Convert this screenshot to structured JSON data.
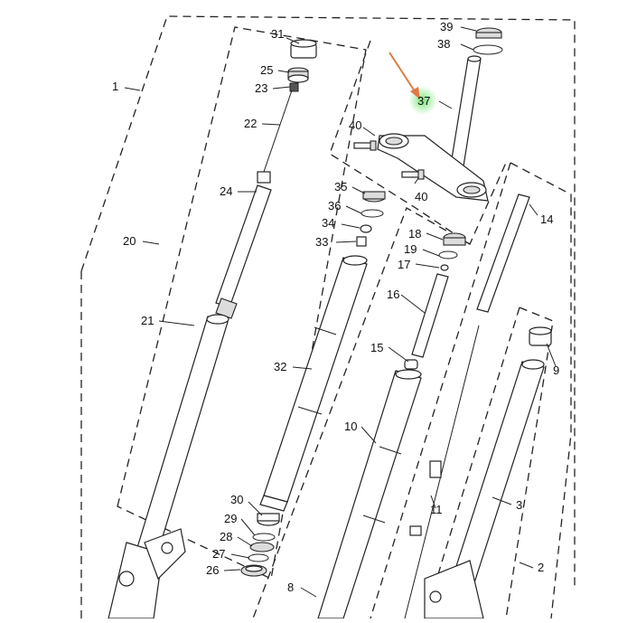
{
  "diagram": {
    "callouts": [
      {
        "id": "c1",
        "label": "1"
      },
      {
        "id": "c2",
        "label": "2"
      },
      {
        "id": "c3",
        "label": "3"
      },
      {
        "id": "c8",
        "label": "8"
      },
      {
        "id": "c9",
        "label": "9"
      },
      {
        "id": "c10",
        "label": "10"
      },
      {
        "id": "c11",
        "label": "11"
      },
      {
        "id": "c14",
        "label": "14"
      },
      {
        "id": "c15",
        "label": "15"
      },
      {
        "id": "c16",
        "label": "16"
      },
      {
        "id": "c17",
        "label": "17"
      },
      {
        "id": "c18",
        "label": "18"
      },
      {
        "id": "c19",
        "label": "19"
      },
      {
        "id": "c20",
        "label": "20"
      },
      {
        "id": "c21",
        "label": "21"
      },
      {
        "id": "c22",
        "label": "22"
      },
      {
        "id": "c23",
        "label": "23"
      },
      {
        "id": "c24",
        "label": "24"
      },
      {
        "id": "c25",
        "label": "25"
      },
      {
        "id": "c26",
        "label": "26"
      },
      {
        "id": "c27",
        "label": "27"
      },
      {
        "id": "c28",
        "label": "28"
      },
      {
        "id": "c29",
        "label": "29"
      },
      {
        "id": "c30",
        "label": "30"
      },
      {
        "id": "c31",
        "label": "31"
      },
      {
        "id": "c32",
        "label": "32"
      },
      {
        "id": "c33",
        "label": "33"
      },
      {
        "id": "c34",
        "label": "34"
      },
      {
        "id": "c35",
        "label": "35"
      },
      {
        "id": "c36",
        "label": "36"
      },
      {
        "id": "c37",
        "label": "37"
      },
      {
        "id": "c38",
        "label": "38"
      },
      {
        "id": "c39",
        "label": "39"
      },
      {
        "id": "c40a",
        "label": "40"
      },
      {
        "id": "c40b",
        "label": "40"
      }
    ],
    "highlight": {
      "label": "37",
      "marker_color": "#6fe36f",
      "arrow_color": "#e07a45"
    }
  }
}
